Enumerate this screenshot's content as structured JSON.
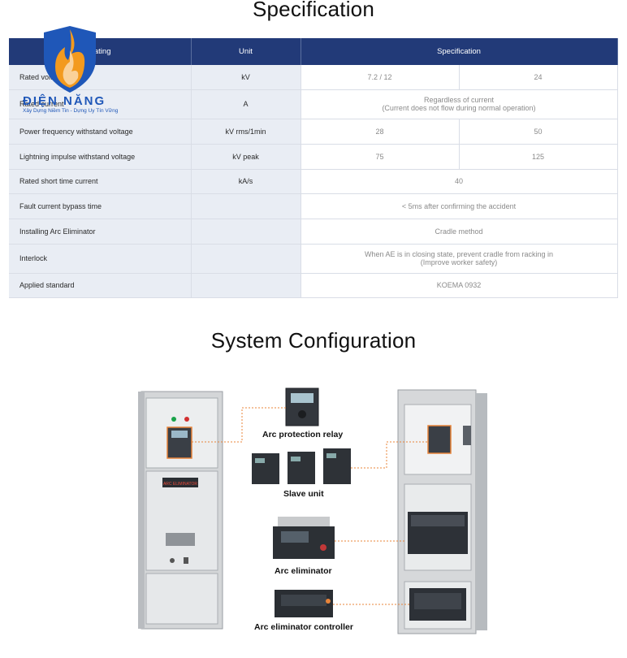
{
  "spec_section": {
    "title": "Specification",
    "headers": {
      "rating": "Rating",
      "unit": "Unit",
      "specification": "Specification"
    },
    "rows": [
      {
        "rating": "Rated voltage",
        "unit": "kV",
        "spec1": "7.2 / 12",
        "spec2": "24"
      },
      {
        "rating": "Rated current",
        "unit": "A",
        "spec": "Regardless of current\n(Current does not flow during normal operation)"
      },
      {
        "rating": "Power frequency withstand voltage",
        "unit": "kV rms/1min",
        "spec1": "28",
        "spec2": "50"
      },
      {
        "rating": "Lightning impulse withstand voltage",
        "unit": "kV peak",
        "spec1": "75",
        "spec2": "125"
      },
      {
        "rating": "Rated short time current",
        "unit": "kA/s",
        "spec": "40"
      },
      {
        "rating": "Fault current bypass time",
        "unit": "",
        "spec": "< 5ms after confirming the accident"
      },
      {
        "rating": "Installing Arc Eliminator",
        "unit": "",
        "spec": "Cradle method"
      },
      {
        "rating": "Interlock",
        "unit": "",
        "spec": "When AE is in closing state, prevent cradle from racking in\n(Improve worker safety)"
      },
      {
        "rating": "Applied standard",
        "unit": "",
        "spec": "KOEMA 0932"
      }
    ]
  },
  "watermark": {
    "brand": "ĐIỆN NĂNG",
    "tagline": "Xây Dựng Niềm Tin - Dựng Uy Tín Vững"
  },
  "system_section": {
    "title": "System Configuration",
    "labels": {
      "relay": "Arc protection relay",
      "slave": "Slave unit",
      "eliminator": "Arc eliminator",
      "controller": "Arc eliminator controller"
    },
    "panel_text": "ARC ELIMINATOR",
    "colors": {
      "header_bg": "#223a78",
      "leader_line": "#e8843a",
      "cabinet": "#dcdcdc"
    }
  }
}
